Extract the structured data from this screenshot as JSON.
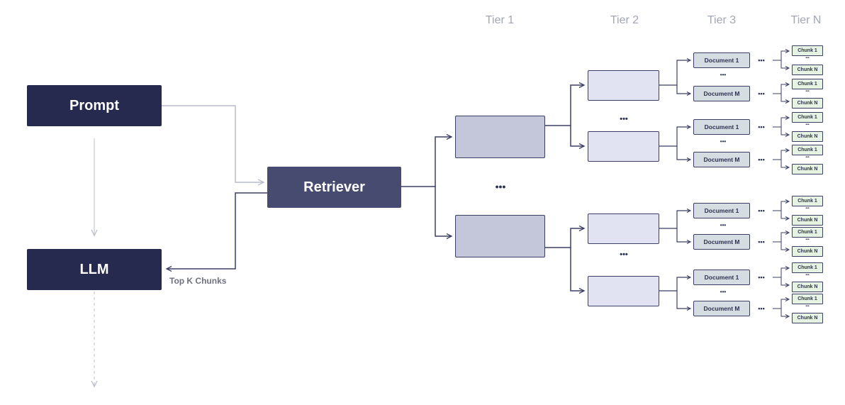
{
  "tiers": [
    "Tier 1",
    "Tier 2",
    "Tier 3",
    "Tier N"
  ],
  "nodes": {
    "prompt": "Prompt",
    "retriever": "Retriever",
    "llm": "LLM",
    "top_k_label": "Top K Chunks"
  },
  "document_labels": [
    "Document 1",
    "Document M"
  ],
  "chunk_labels": [
    "Chunk 1",
    "Chunk N"
  ],
  "ellipsis": "•••",
  "chunk_ellipsis": "•••",
  "colors": {
    "dark_node": "#262a4f",
    "retriever_node": "#474b6f",
    "tier1_fill": "#c4c6da",
    "tier2_fill": "#e1e3f2",
    "document_fill": "#d5dde3",
    "chunk_fill": "#e6f2e2",
    "wire": "#3b3f63",
    "faint_wire": "#b9bccb"
  }
}
